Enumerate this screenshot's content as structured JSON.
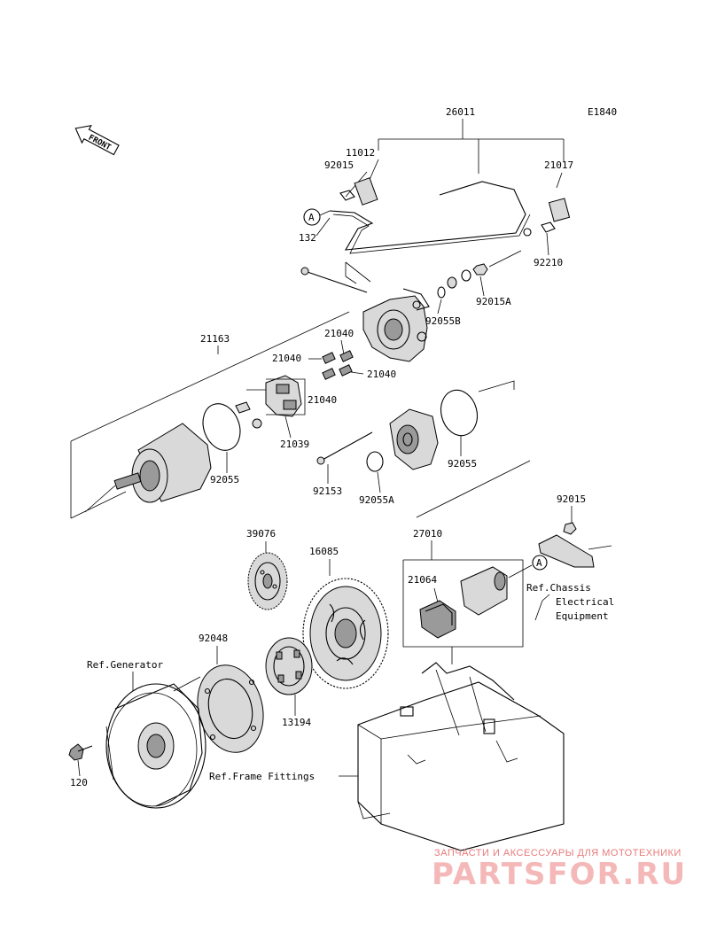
{
  "diagram_code": "E1840",
  "front_label": "FRONT",
  "ref_marker": "A",
  "parts": {
    "p26011": "26011",
    "p11012": "11012",
    "p92015a": "92015",
    "p21017": "21017",
    "p132": "132",
    "p92210": "92210",
    "p92015A": "92015A",
    "p92055B": "92055B",
    "p21163": "21163",
    "p21040a": "21040",
    "p21040b": "21040",
    "p21040c": "21040",
    "p21040d": "21040",
    "p21039": "21039",
    "p92055a": "92055",
    "p92153": "92153",
    "p92055A": "92055A",
    "p92055b": "92055",
    "p92015b": "92015",
    "p27010": "27010",
    "p21064": "21064",
    "p39076": "39076",
    "p16085": "16085",
    "p92048": "92048",
    "p13194": "13194",
    "p120": "120"
  },
  "refs": {
    "chassis_1": "Ref.Chassis",
    "chassis_2": "Electrical",
    "chassis_3": "Equipment",
    "generator": "Ref.Generator",
    "frame": "Ref.Frame Fittings"
  },
  "watermark": {
    "tagline": "ЗАПЧАСТИ И АКСЕССУАРЫ ДЛЯ МОТОТЕХНИКИ",
    "brand": "PARTSFOR.RU"
  }
}
